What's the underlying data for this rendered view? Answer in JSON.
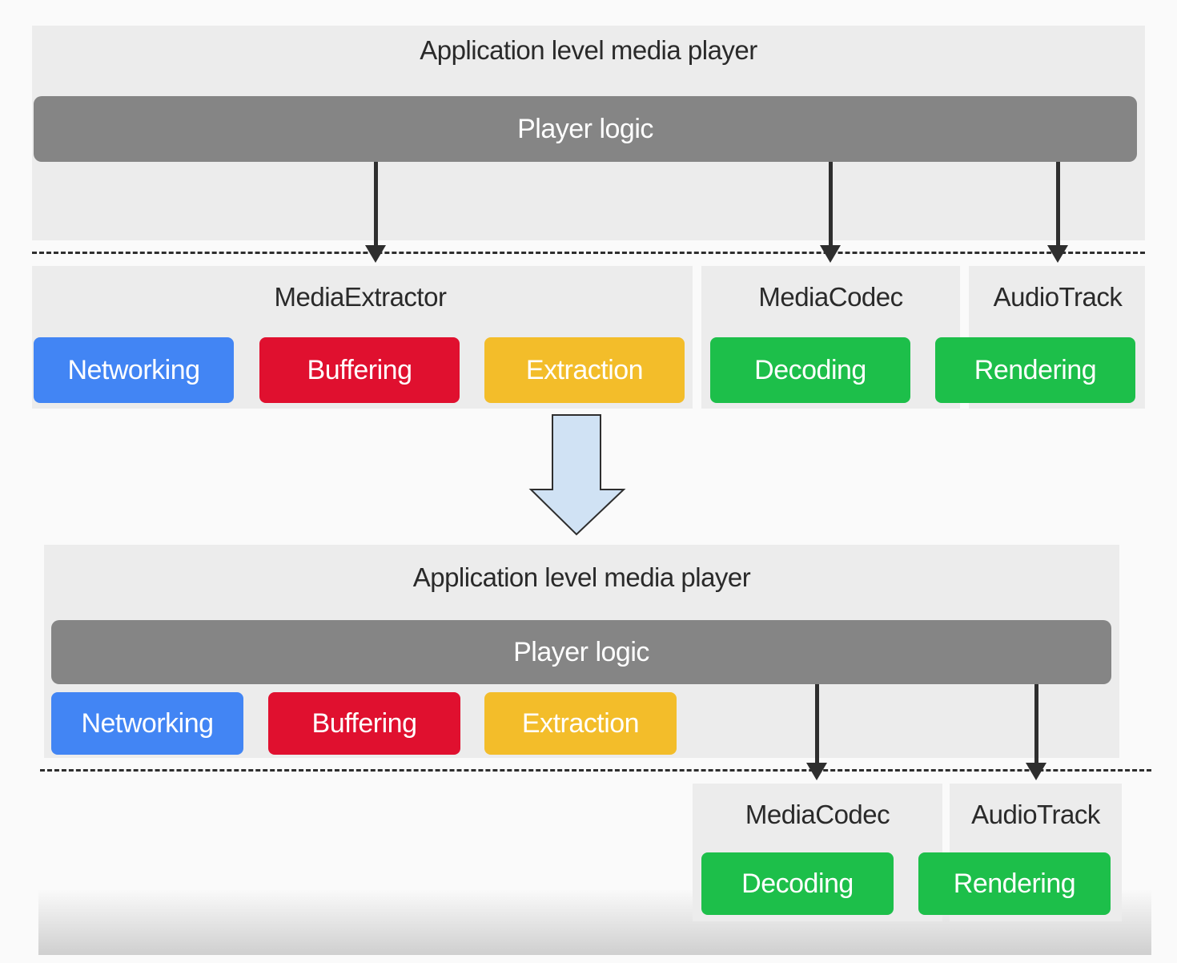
{
  "colors": {
    "networking": "#4285f4",
    "buffering": "#e0102f",
    "extraction": "#f3bd2a",
    "decoding": "#1dbf4a",
    "rendering": "#1dbf4a",
    "player_logic": "#858585",
    "panel": "#ececec",
    "transition_arrow": "#d0e2f4"
  },
  "top": {
    "app_title": "Application level media player",
    "player_logic": "Player logic",
    "media_extractor": {
      "title": "MediaExtractor",
      "chips": [
        "Networking",
        "Buffering",
        "Extraction"
      ]
    },
    "media_codec": {
      "title": "MediaCodec",
      "chip": "Decoding"
    },
    "audio_track": {
      "title": "AudioTrack",
      "chip": "Rendering"
    }
  },
  "bottom": {
    "app_title": "Application level media player",
    "player_logic": "Player logic",
    "chips": [
      "Networking",
      "Buffering",
      "Extraction"
    ],
    "media_codec": {
      "title": "MediaCodec",
      "chip": "Decoding"
    },
    "audio_track": {
      "title": "AudioTrack",
      "chip": "Rendering"
    }
  }
}
